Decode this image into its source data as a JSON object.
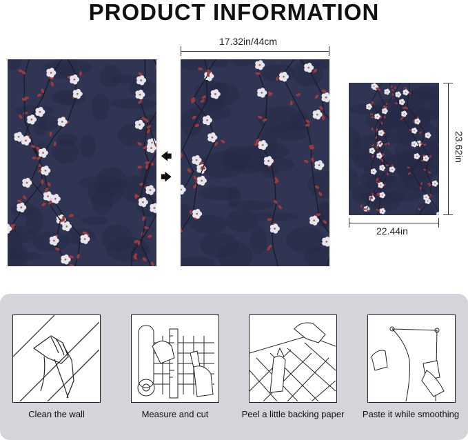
{
  "header": {
    "title": "PRODUCT INFORMATION"
  },
  "dimensions": {
    "roll_width": "17.32in/44cm",
    "sample_width": "22.44in",
    "sample_height": "23.62in"
  },
  "arrows": {
    "left": "🡄",
    "right": "🡆"
  },
  "steps": [
    {
      "label": "Clean the wall",
      "icon": "hand-wiping-wall-icon"
    },
    {
      "label": "Measure and cut",
      "icon": "ruler-cutter-icon"
    },
    {
      "label": "Peel a little backing paper",
      "icon": "peel-backing-icon"
    },
    {
      "label": "Paste it while smoothing",
      "icon": "paste-smoothing-icon"
    }
  ],
  "colors": {
    "wallpaper_bg": "#2f3553",
    "blossom": "#e8e6ea",
    "leaf": "#9b3a3f",
    "steps_bg": "#d4d5db"
  }
}
